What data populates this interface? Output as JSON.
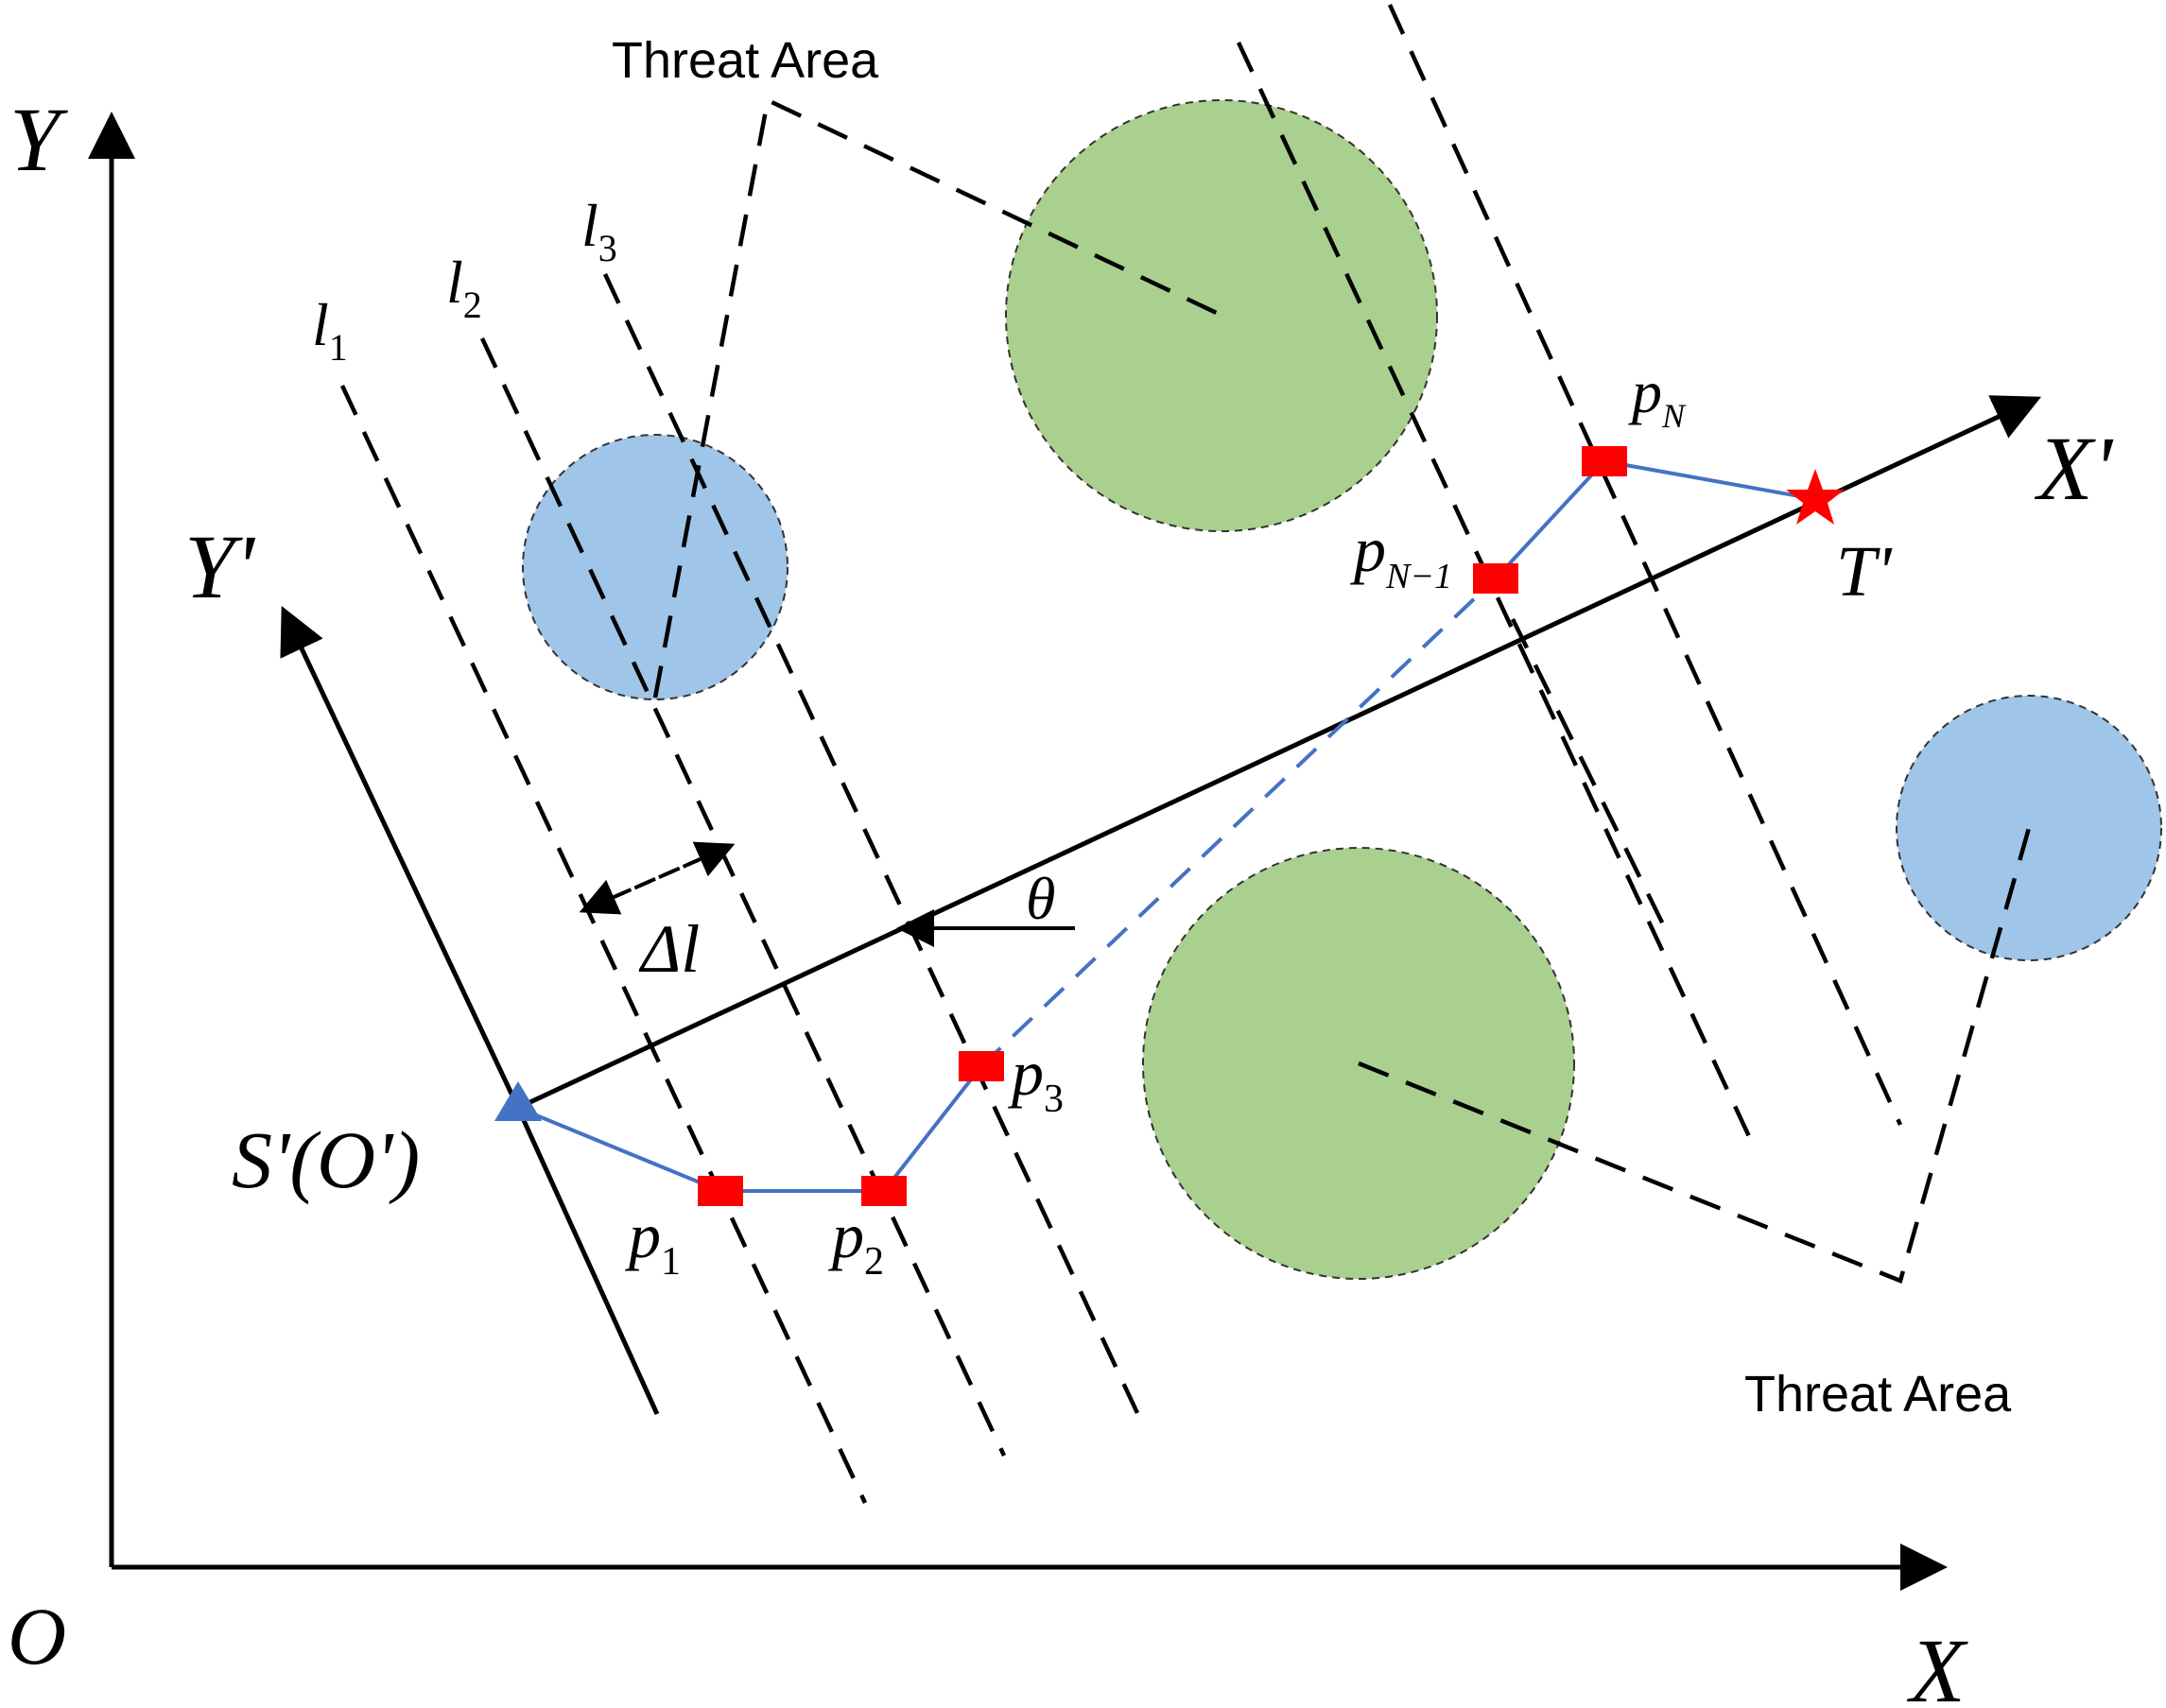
{
  "axes": {
    "origin_label": "O",
    "x_label": "X",
    "y_label": "Y",
    "x_prime_label": "X'",
    "y_prime_label": "Y'",
    "start_label": "S'(O')",
    "target_label": "T'"
  },
  "threat_labels": {
    "top": "Threat Area",
    "bottom": "Threat Area"
  },
  "lines": {
    "l1": {
      "base": "l",
      "sub": "1"
    },
    "l2": {
      "base": "l",
      "sub": "2"
    },
    "l3": {
      "base": "l",
      "sub": "3"
    }
  },
  "delta_label": "Δl",
  "angle_label": "θ",
  "waypoints": {
    "p1": {
      "base": "p",
      "sub": "1"
    },
    "p2": {
      "base": "p",
      "sub": "2"
    },
    "p3": {
      "base": "p",
      "sub": "3"
    },
    "pN1": {
      "base": "p",
      "sub": "N−1"
    },
    "pN": {
      "base": "p",
      "sub": "N"
    }
  },
  "colors": {
    "threat_small": "#9fc5e8",
    "threat_large": "#a9d08e",
    "path": "#4472c4",
    "waypoint": "#ff0000",
    "start_marker": "#4472c4",
    "target_marker": "#ff0000"
  }
}
